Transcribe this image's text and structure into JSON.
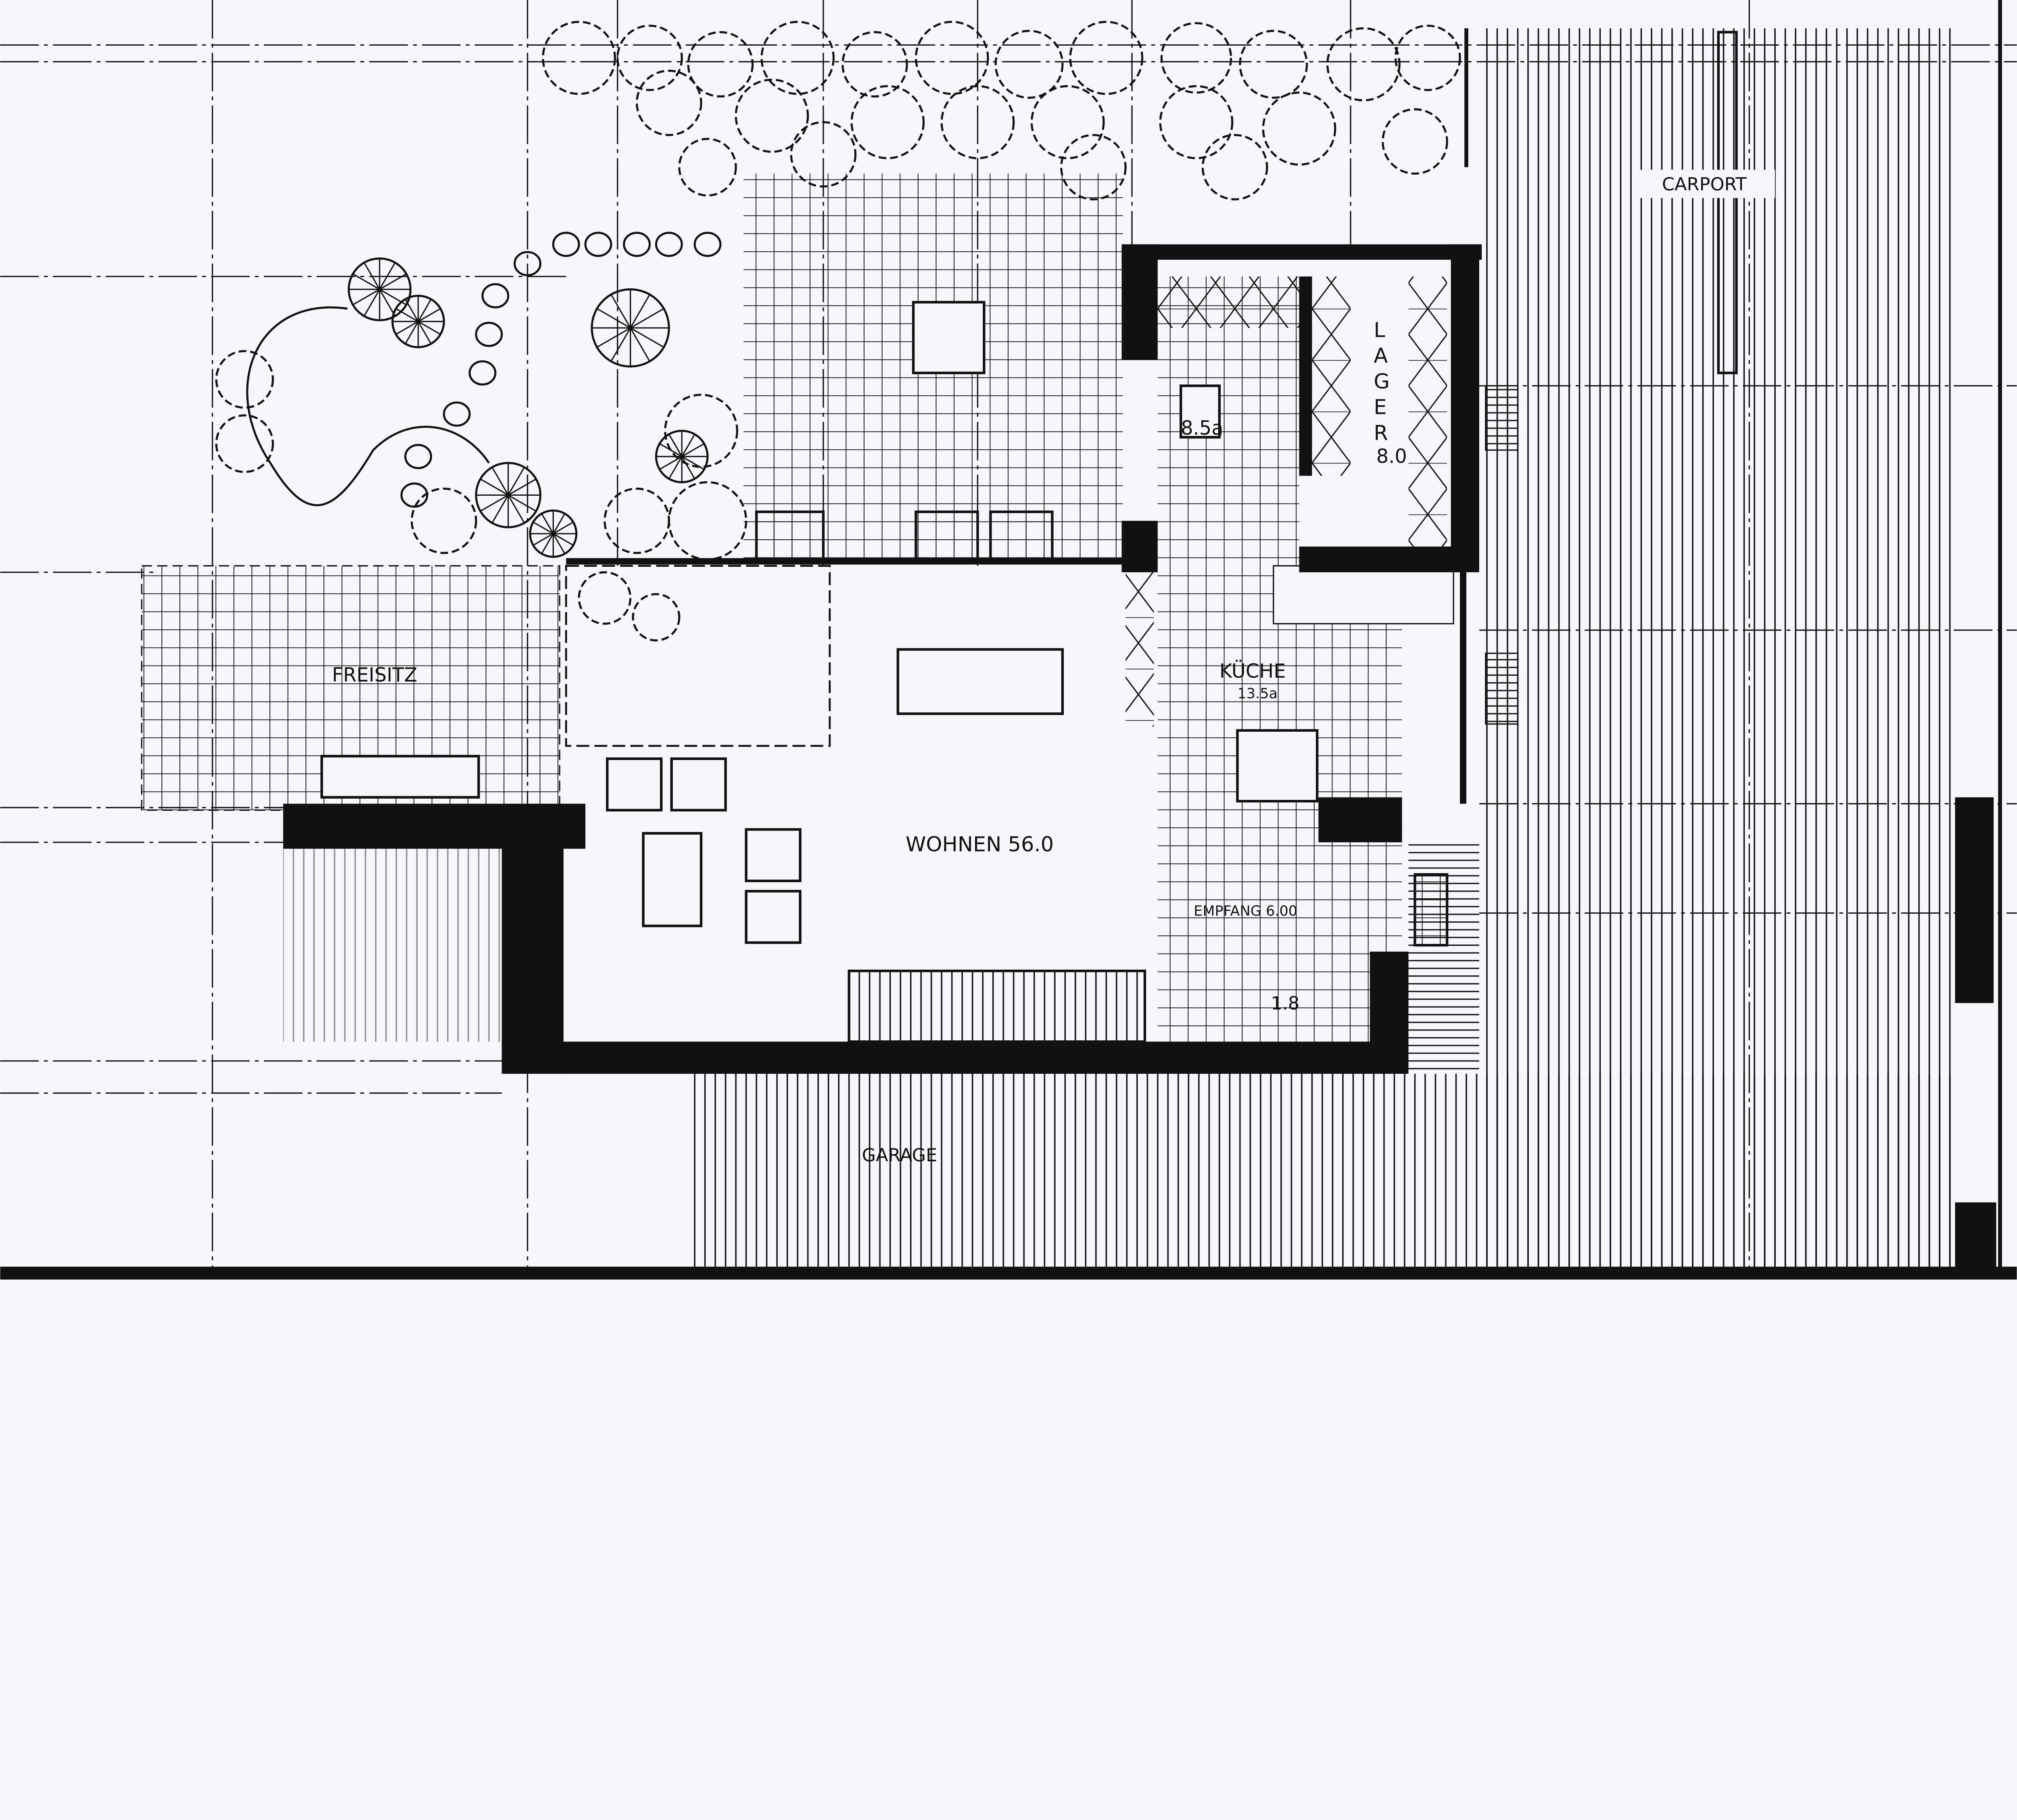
{
  "plan": {
    "rooms": {
      "carport": "CARPORT",
      "lager_letters": [
        "L",
        "A",
        "G",
        "E",
        "R"
      ],
      "lager_area": "8.0",
      "pantry_area": "8.5a",
      "kueche": "KÜCHE",
      "kueche_area": "13.5a",
      "freisitz": "FREISITZ",
      "wohnen": "WOHNEN 56.0",
      "empfang": "EMPFANG 6.00",
      "wc_area": "1.8",
      "garage": "GARAGE"
    },
    "colors": {
      "ink": "#111111",
      "paper": "#f7f6fb"
    }
  }
}
